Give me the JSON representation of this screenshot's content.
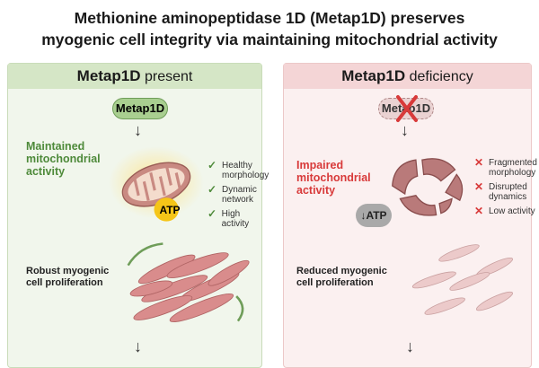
{
  "title": {
    "line1": "Methionine aminopeptidase 1D (Metap1D) preserves",
    "line2": "myogenic cell integrity via maintaining mitochondrial activity"
  },
  "left": {
    "header_bold": "Metap1D",
    "header_rest": "present",
    "pill": "Metap1D",
    "status": [
      "Maintained",
      "mitochondrial",
      "activity"
    ],
    "atp": "ATP",
    "features": [
      [
        "Healthy",
        "morphology"
      ],
      [
        "Dynamic",
        "network"
      ],
      [
        "High activity"
      ]
    ],
    "caption": [
      "Robust myogenic",
      "cell proliferation"
    ],
    "color": "#4e8a3a"
  },
  "right": {
    "header_bold": "Metap1D",
    "header_rest": "deficiency",
    "pill": "Metap1D",
    "status": [
      "Impaired",
      "mitochondrial",
      "activity"
    ],
    "atp": "↓ATP",
    "features": [
      [
        "Fragmented",
        "morphology"
      ],
      [
        "Disrupted",
        "dynamics"
      ],
      [
        "Low activity"
      ]
    ],
    "caption": [
      "Reduced myogenic",
      "cell proliferation"
    ],
    "color": "#d83a3a"
  }
}
